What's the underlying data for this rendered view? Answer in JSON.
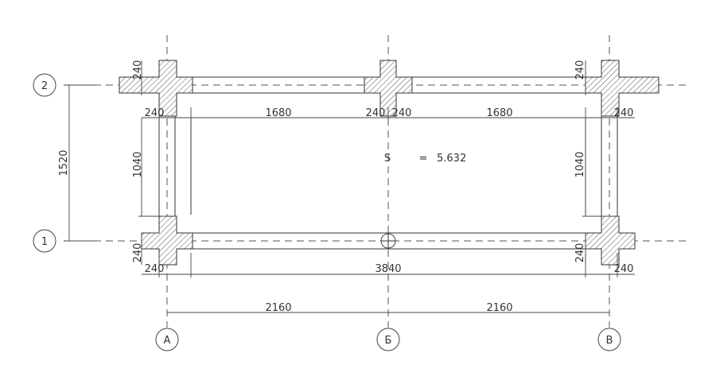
{
  "grid_axes": {
    "letters": [
      "А",
      "Б",
      "В"
    ],
    "numbers": [
      "1",
      "2"
    ]
  },
  "dimensions": {
    "span_left": "1680",
    "span_right": "1680",
    "total_bottom": "3840",
    "axis_span_left": "2160",
    "axis_span_right": "2160",
    "vertical_height": "1520",
    "inner_height_left": "1040",
    "inner_height_right": "1040",
    "wall_240": "240"
  },
  "area_label": {
    "symbol": "S",
    "equals": "=",
    "value": "5.632"
  },
  "colors": {
    "line": "#333333",
    "hatch": "#555555",
    "background": "#ffffff"
  }
}
